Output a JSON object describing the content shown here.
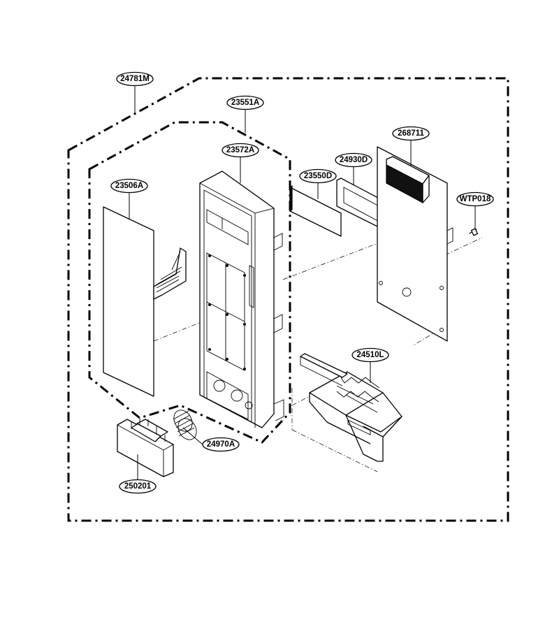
{
  "callouts": {
    "c24781M": "24781M",
    "c23551A": "23551A",
    "c23572A": "23572A",
    "c23506A": "23506A",
    "c23550D": "23550D",
    "c24930D": "24930D",
    "c268711": "268711",
    "cWTP018": "WTP018",
    "c24510L": "24510L",
    "c24970A": "24970A",
    "c250201": "250201"
  }
}
